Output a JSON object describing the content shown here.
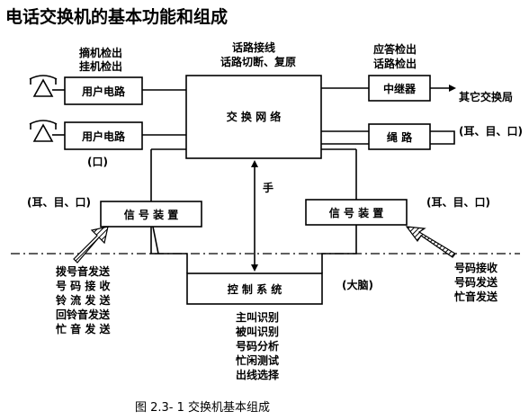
{
  "title": "电话交换机的基本功能和组成",
  "top_left_notes": [
    "摘机检出",
    "挂机检出"
  ],
  "top_center_notes": [
    "话路接线",
    "话路切断、复原"
  ],
  "top_right_notes": [
    "应答检出",
    "话路检出"
  ],
  "boxes": {
    "user_circuit_1": "用户电路",
    "user_circuit_2": "用户电路",
    "switch_network": "交 换 网 络",
    "trunk": "中继器",
    "cord": "绳 路",
    "signal_left": "信 号 装 置",
    "signal_right": "信 号 装 置",
    "control": "控 制 系 统"
  },
  "other_exchange": "其它交换局",
  "mouth_label": "(口)",
  "ear_eye_mouth_right_top": "(耳、目、口)",
  "ear_eye_mouth_left": "(耳、目、口)",
  "ear_eye_mouth_right": "(耳、目、口)",
  "hand_label": "手",
  "brain_label": "(大脑)",
  "left_functions": [
    "拨号音发送",
    "号 码 接 收",
    "铃 流 发 送",
    "回铃音发送",
    "忙 音 发 送"
  ],
  "right_functions": [
    "号码接收",
    "号码发送",
    "忙音发送"
  ],
  "control_functions": [
    "主叫识别",
    "被叫识别",
    "号码分析",
    "忙闲测试",
    "出线选择"
  ],
  "caption": "图  2.3- 1 交换机基本组成"
}
